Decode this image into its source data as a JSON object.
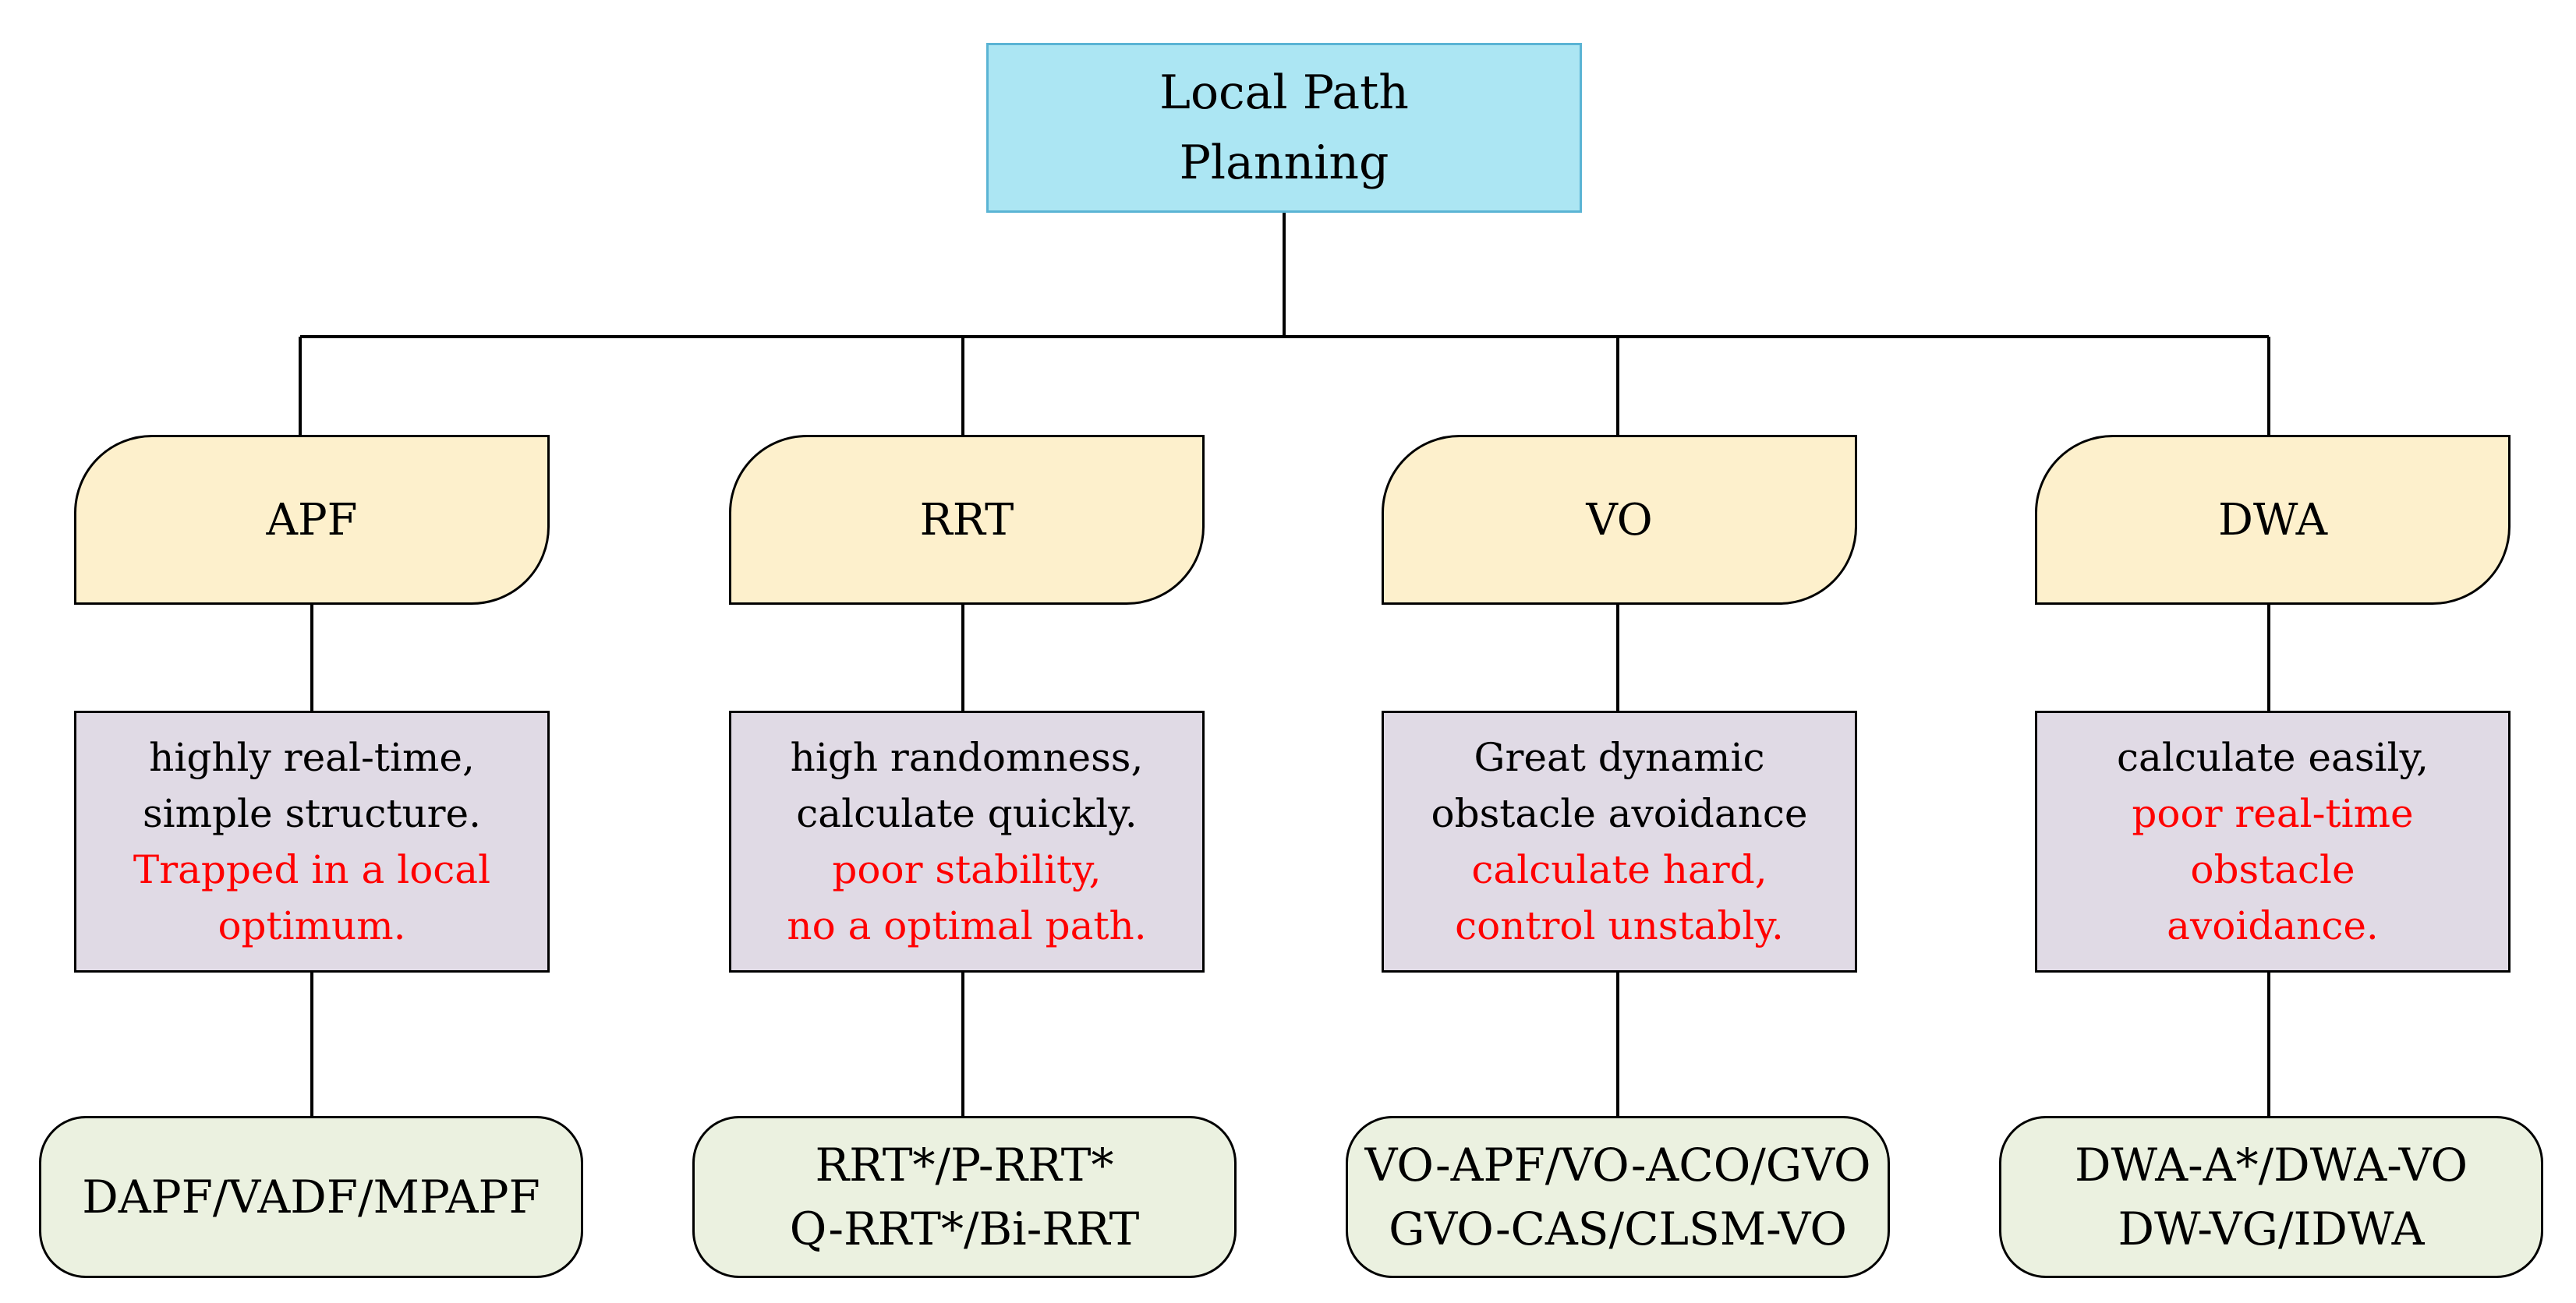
{
  "root": {
    "lines": [
      "Local Path",
      "Planning"
    ]
  },
  "methods": [
    {
      "name": "APF",
      "pros": [
        "highly real-time,",
        "simple structure."
      ],
      "cons": [
        "Trapped in a local",
        "optimum."
      ],
      "variants": [
        "DAPF/VADF/MPAPF"
      ]
    },
    {
      "name": "RRT",
      "pros": [
        "high randomness,",
        "calculate quickly."
      ],
      "cons": [
        "poor stability,",
        "no a optimal path."
      ],
      "variants": [
        "RRT*/P-RRT*",
        "Q-RRT*/Bi-RRT"
      ]
    },
    {
      "name": "VO",
      "pros": [
        "Great dynamic",
        "obstacle avoidance"
      ],
      "cons": [
        "calculate hard,",
        "control unstably."
      ],
      "variants": [
        "VO-APF/VO-ACO/GVO",
        "GVO-CAS/CLSM-VO"
      ]
    },
    {
      "name": "DWA",
      "pros": [
        "calculate easily,"
      ],
      "cons": [
        "poor real-time",
        "obstacle",
        "avoidance."
      ],
      "variants": [
        "DWA-A*/DWA-VO",
        "DW-VG/IDWA"
      ]
    }
  ],
  "colors": {
    "root_fill": "#ace6f3",
    "method_fill": "#fdf0cc",
    "description_fill": "#e0dae5",
    "variant_fill": "#ebf1e0",
    "negative_text": "#ff0000"
  }
}
